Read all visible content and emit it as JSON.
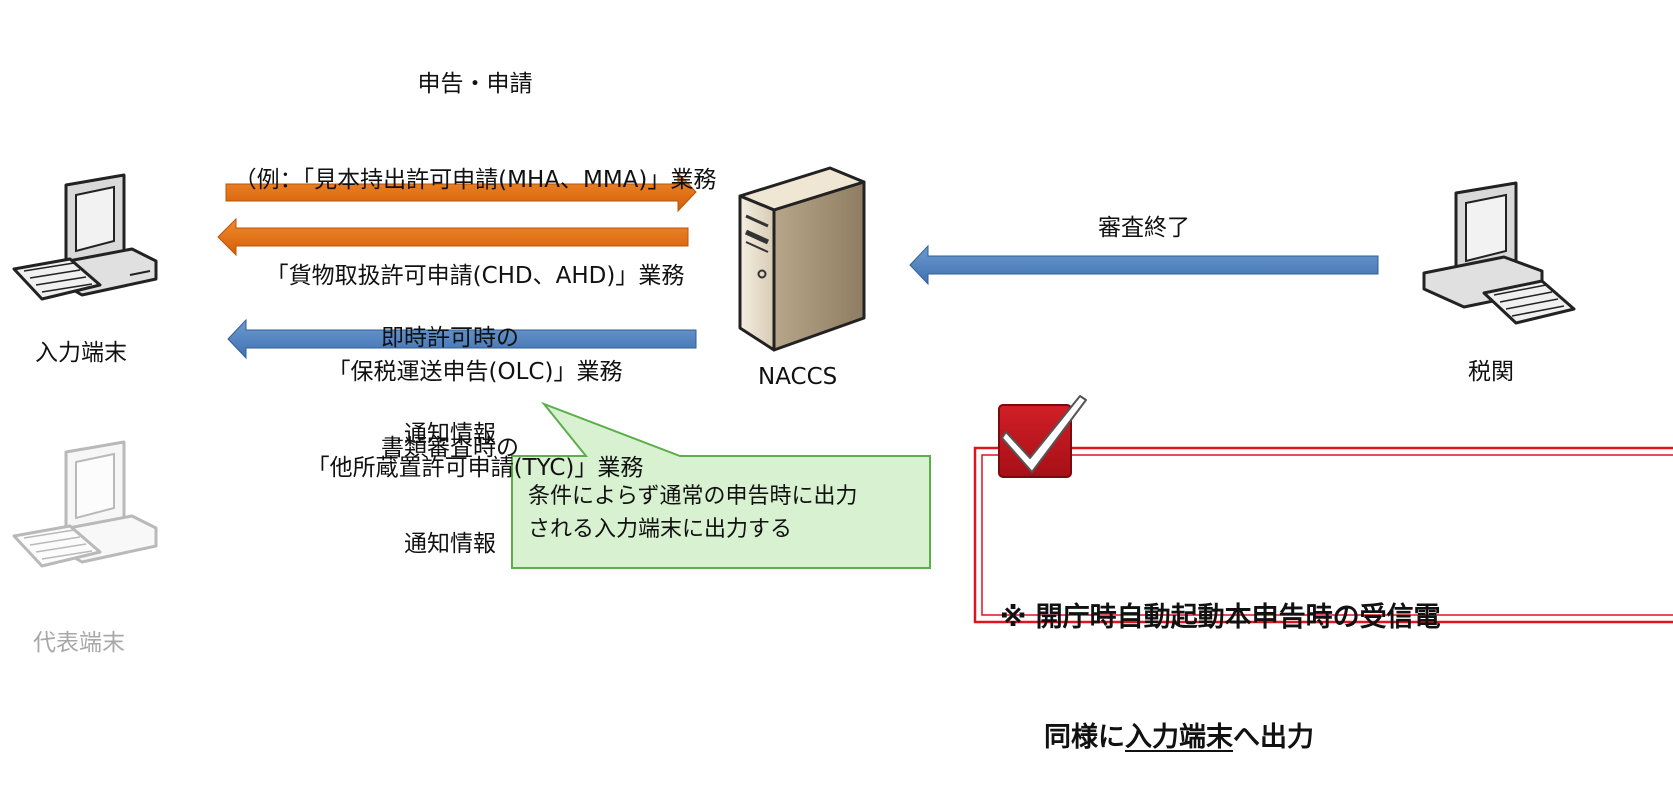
{
  "top_label": {
    "line1": "申告・申請",
    "line2": "（例：「見本持出許可申請(MHA、MMA)」業務",
    "line3": "「貨物取扱許可申請(CHD、AHD)」業務",
    "line4": "「保税運送申告(OLC)」業務",
    "line5": "「他所蔵置許可申請(TYC)」業務"
  },
  "nodes": {
    "input_terminal": "入力端末",
    "naccs": "NACCS",
    "customs": "税関",
    "rep_terminal": "代表端末"
  },
  "arrow_labels": {
    "immediate_line1": "即時許可時の",
    "immediate_line2": "通知情報",
    "document_line1": "書類審査時の",
    "document_line2": "通知情報",
    "review_end": "審査終了"
  },
  "callout": {
    "line1": "条件によらず通常の申告時に出力",
    "line2": "される入力端末に出力する"
  },
  "note": {
    "line1": "※ 開庁時自動起動本申告時の受信電",
    "line2_prefix": "同様に",
    "line2_underlined": "入力端末",
    "line2_suffix": "へ出力"
  },
  "icons": {
    "input_terminal": "computer-icon",
    "customs": "computer-icon",
    "rep_terminal": "computer-icon-faded",
    "naccs": "server-icon",
    "note": "checkmark-icon"
  },
  "colors": {
    "orange_arrow": "#E46C0A",
    "blue_arrow": "#4F81BD",
    "callout_fill": "#D8F1D0",
    "callout_border": "#5BAE4A",
    "note_border": "#E0141E",
    "check_bg": "#C0151E"
  }
}
